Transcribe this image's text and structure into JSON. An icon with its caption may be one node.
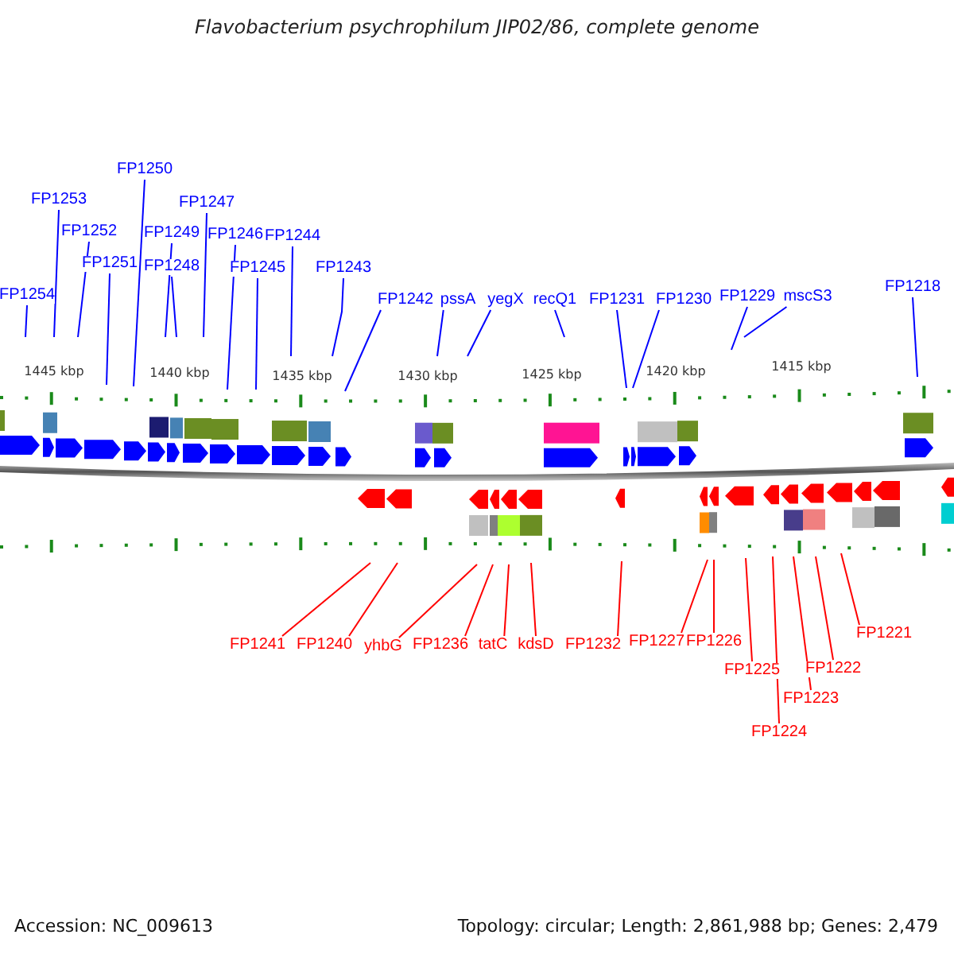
{
  "diagram": {
    "title": "Flavobacterium psychrophilum JIP02/86, complete genome",
    "nodes": [
      {
        "text": [
          "FP1254"
        ]
      },
      {
        "text": [
          "FP1253"
        ]
      },
      {
        "text": [
          "FP1252"
        ]
      },
      {
        "text": [
          "FP1251"
        ]
      },
      {
        "text": [
          "FP1250"
        ]
      },
      {
        "text": [
          "FP1249"
        ]
      },
      {
        "text": [
          "FP1248"
        ]
      },
      {
        "text": [
          "FP1247"
        ]
      },
      {
        "text": [
          "FP1246"
        ]
      },
      {
        "text": [
          "FP1245"
        ]
      },
      {
        "text": [
          "FP1244"
        ]
      },
      {
        "text": [
          "FP1243"
        ]
      },
      {
        "text": [
          "FP1242"
        ]
      },
      {
        "text": [
          "pssA"
        ]
      },
      {
        "text": [
          "yegX"
        ]
      },
      {
        "text": [
          "recQ1"
        ]
      },
      {
        "text": [
          "FP1231"
        ]
      },
      {
        "text": [
          "FP1230"
        ]
      },
      {
        "text": [
          "FP1229"
        ]
      },
      {
        "text": [
          "mscS3"
        ]
      },
      {
        "text": [
          "FP1218"
        ]
      },
      {
        "text": [
          "FP1241"
        ]
      },
      {
        "text": [
          "FP1240"
        ]
      },
      {
        "text": [
          "yhbG"
        ]
      },
      {
        "text": [
          "FP1236"
        ]
      },
      {
        "text": [
          "tatC"
        ]
      },
      {
        "text": [
          "kdsD"
        ]
      },
      {
        "text": [
          "FP1232"
        ]
      },
      {
        "text": [
          "FP1227"
        ]
      },
      {
        "text": [
          "FP1226"
        ]
      },
      {
        "text": [
          "FP1221"
        ]
      },
      {
        "text": [
          "FP1225"
        ]
      },
      {
        "text": [
          "FP1222"
        ]
      },
      {
        "text": [
          "FP1223"
        ]
      },
      {
        "text": [
          "FP1224"
        ]
      }
    ],
    "edges": [
      {
        "from": 0,
        "to": null,
        "arrow": "none"
      },
      {
        "from": 1,
        "to": null,
        "arrow": "none"
      },
      {
        "from": 2,
        "to": null,
        "arrow": "none"
      },
      {
        "from": 3,
        "to": null,
        "arrow": "none"
      },
      {
        "from": 4,
        "to": null,
        "arrow": "none"
      },
      {
        "from": 5,
        "to": null,
        "arrow": "none"
      },
      {
        "from": 6,
        "to": null,
        "arrow": "none"
      },
      {
        "from": 7,
        "to": null,
        "arrow": "none"
      },
      {
        "from": 8,
        "to": null,
        "arrow": "none"
      },
      {
        "from": 9,
        "to": null,
        "arrow": "none"
      },
      {
        "from": 10,
        "to": null,
        "arrow": "none"
      },
      {
        "from": 11,
        "to": null,
        "arrow": "none"
      },
      {
        "from": 12,
        "to": null,
        "arrow": "none"
      },
      {
        "from": 13,
        "to": null,
        "arrow": "none"
      },
      {
        "from": 14,
        "to": null,
        "arrow": "none"
      },
      {
        "from": 15,
        "to": null,
        "arrow": "none"
      },
      {
        "from": 16,
        "to": null,
        "arrow": "none"
      },
      {
        "from": 17,
        "to": null,
        "arrow": "none"
      },
      {
        "from": 18,
        "to": null,
        "arrow": "none"
      },
      {
        "from": 19,
        "to": null,
        "arrow": "none"
      },
      {
        "from": 20,
        "to": null,
        "arrow": "none"
      },
      {
        "from": 21,
        "to": null,
        "arrow": "none",
        "color": "#ff0000"
      },
      {
        "from": 22,
        "to": null,
        "arrow": "none",
        "color": "#ff0000"
      },
      {
        "from": 23,
        "to": null,
        "arrow": "none",
        "color": "#ff0000"
      },
      {
        "from": 24,
        "to": null,
        "arrow": "none",
        "color": "#ff0000"
      },
      {
        "from": 25,
        "to": null,
        "arrow": "none",
        "color": "#ff0000"
      },
      {
        "from": 26,
        "to": null,
        "arrow": "none",
        "color": "#ff0000"
      },
      {
        "from": 27,
        "to": null,
        "arrow": "none",
        "color": "#ff0000"
      },
      {
        "from": 28,
        "to": null,
        "arrow": "none",
        "color": "#ff0000"
      },
      {
        "from": 29,
        "to": null,
        "arrow": "none",
        "color": "#ff0000"
      },
      {
        "from": 30,
        "to": null,
        "arrow": "none",
        "color": "#ff0000"
      },
      {
        "from": 31,
        "to": null,
        "arrow": "none",
        "color": "#ff0000"
      },
      {
        "from": 32,
        "to": null,
        "arrow": "none",
        "color": "#ff0000"
      },
      {
        "from": 33,
        "to": null,
        "arrow": "none",
        "color": "#ff0000"
      },
      {
        "from": 34,
        "to": null,
        "arrow": "none",
        "color": "#ff0000"
      }
    ],
    "labels": [
      "1445 kbp",
      "1440 kbp",
      "1435 kbp",
      "1430 kbp",
      "1425 kbp",
      "1420 kbp",
      "1415 kbp",
      "Accession: NC_009613",
      "Topology: circular; Length: 2,861,988 bp; Genes: 2,479"
    ]
  }
}
